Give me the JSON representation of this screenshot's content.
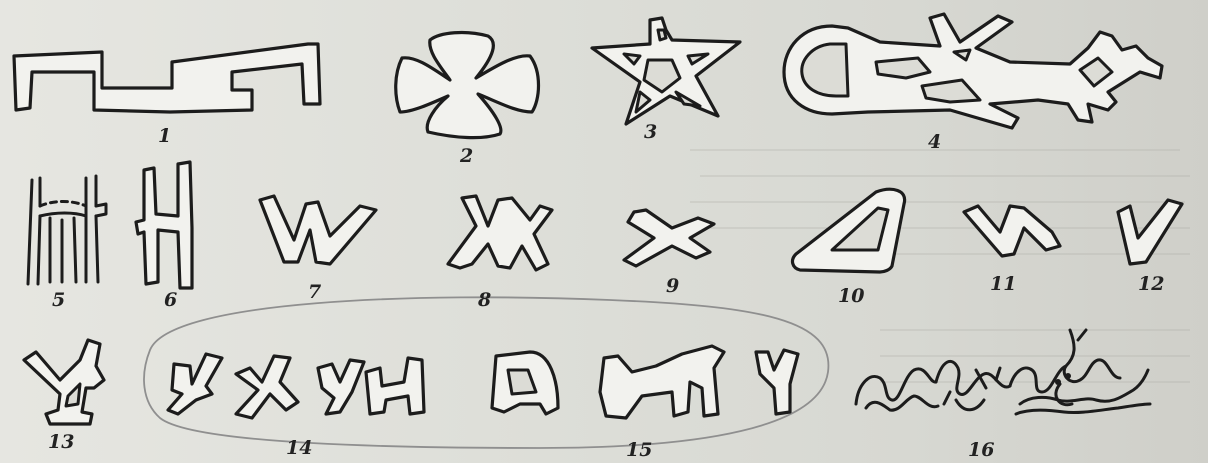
{
  "figures": [
    {
      "id": "sign-1",
      "label": "1"
    },
    {
      "id": "sign-2",
      "label": "2"
    },
    {
      "id": "sign-3",
      "label": "3"
    },
    {
      "id": "sign-4",
      "label": "4"
    },
    {
      "id": "sign-5",
      "label": "5"
    },
    {
      "id": "sign-6",
      "label": "6"
    },
    {
      "id": "sign-7",
      "label": "7"
    },
    {
      "id": "sign-8",
      "label": "8"
    },
    {
      "id": "sign-9",
      "label": "9"
    },
    {
      "id": "sign-10",
      "label": "10"
    },
    {
      "id": "sign-11",
      "label": "11"
    },
    {
      "id": "sign-12",
      "label": "12"
    },
    {
      "id": "sign-13",
      "label": "13"
    },
    {
      "id": "sign-14",
      "label": "14"
    },
    {
      "id": "sign-15",
      "label": "15"
    },
    {
      "id": "sign-16",
      "label": "16"
    }
  ],
  "group_outline": {
    "members": [
      "14",
      "15"
    ]
  },
  "colors": {
    "paper": "#e6e6e1",
    "ink": "#1c1c1c",
    "fill": "#f2f2ee",
    "pencil": "#8f8f8f"
  }
}
